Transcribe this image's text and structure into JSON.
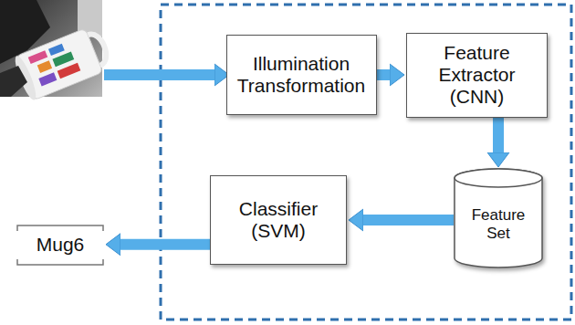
{
  "diagram": {
    "nodes": [
      {
        "text": [
          "Illumination Transformation"
        ]
      },
      {
        "text": [
          "Feature Extractor (CNN)"
        ]
      },
      {
        "text": [
          "Feature Set"
        ]
      },
      {
        "text": [
          "Classifier (SVM)"
        ]
      },
      {
        "text": [
          "Mug6"
        ]
      }
    ],
    "edges": [
      {
        "from": 0,
        "to": 1,
        "arrow": "to"
      },
      {
        "from": 1,
        "to": 2,
        "arrow": "to"
      },
      {
        "from": 2,
        "to": 3,
        "arrow": "to"
      },
      {
        "from": 3,
        "to": 4,
        "arrow": "to"
      }
    ]
  }
}
